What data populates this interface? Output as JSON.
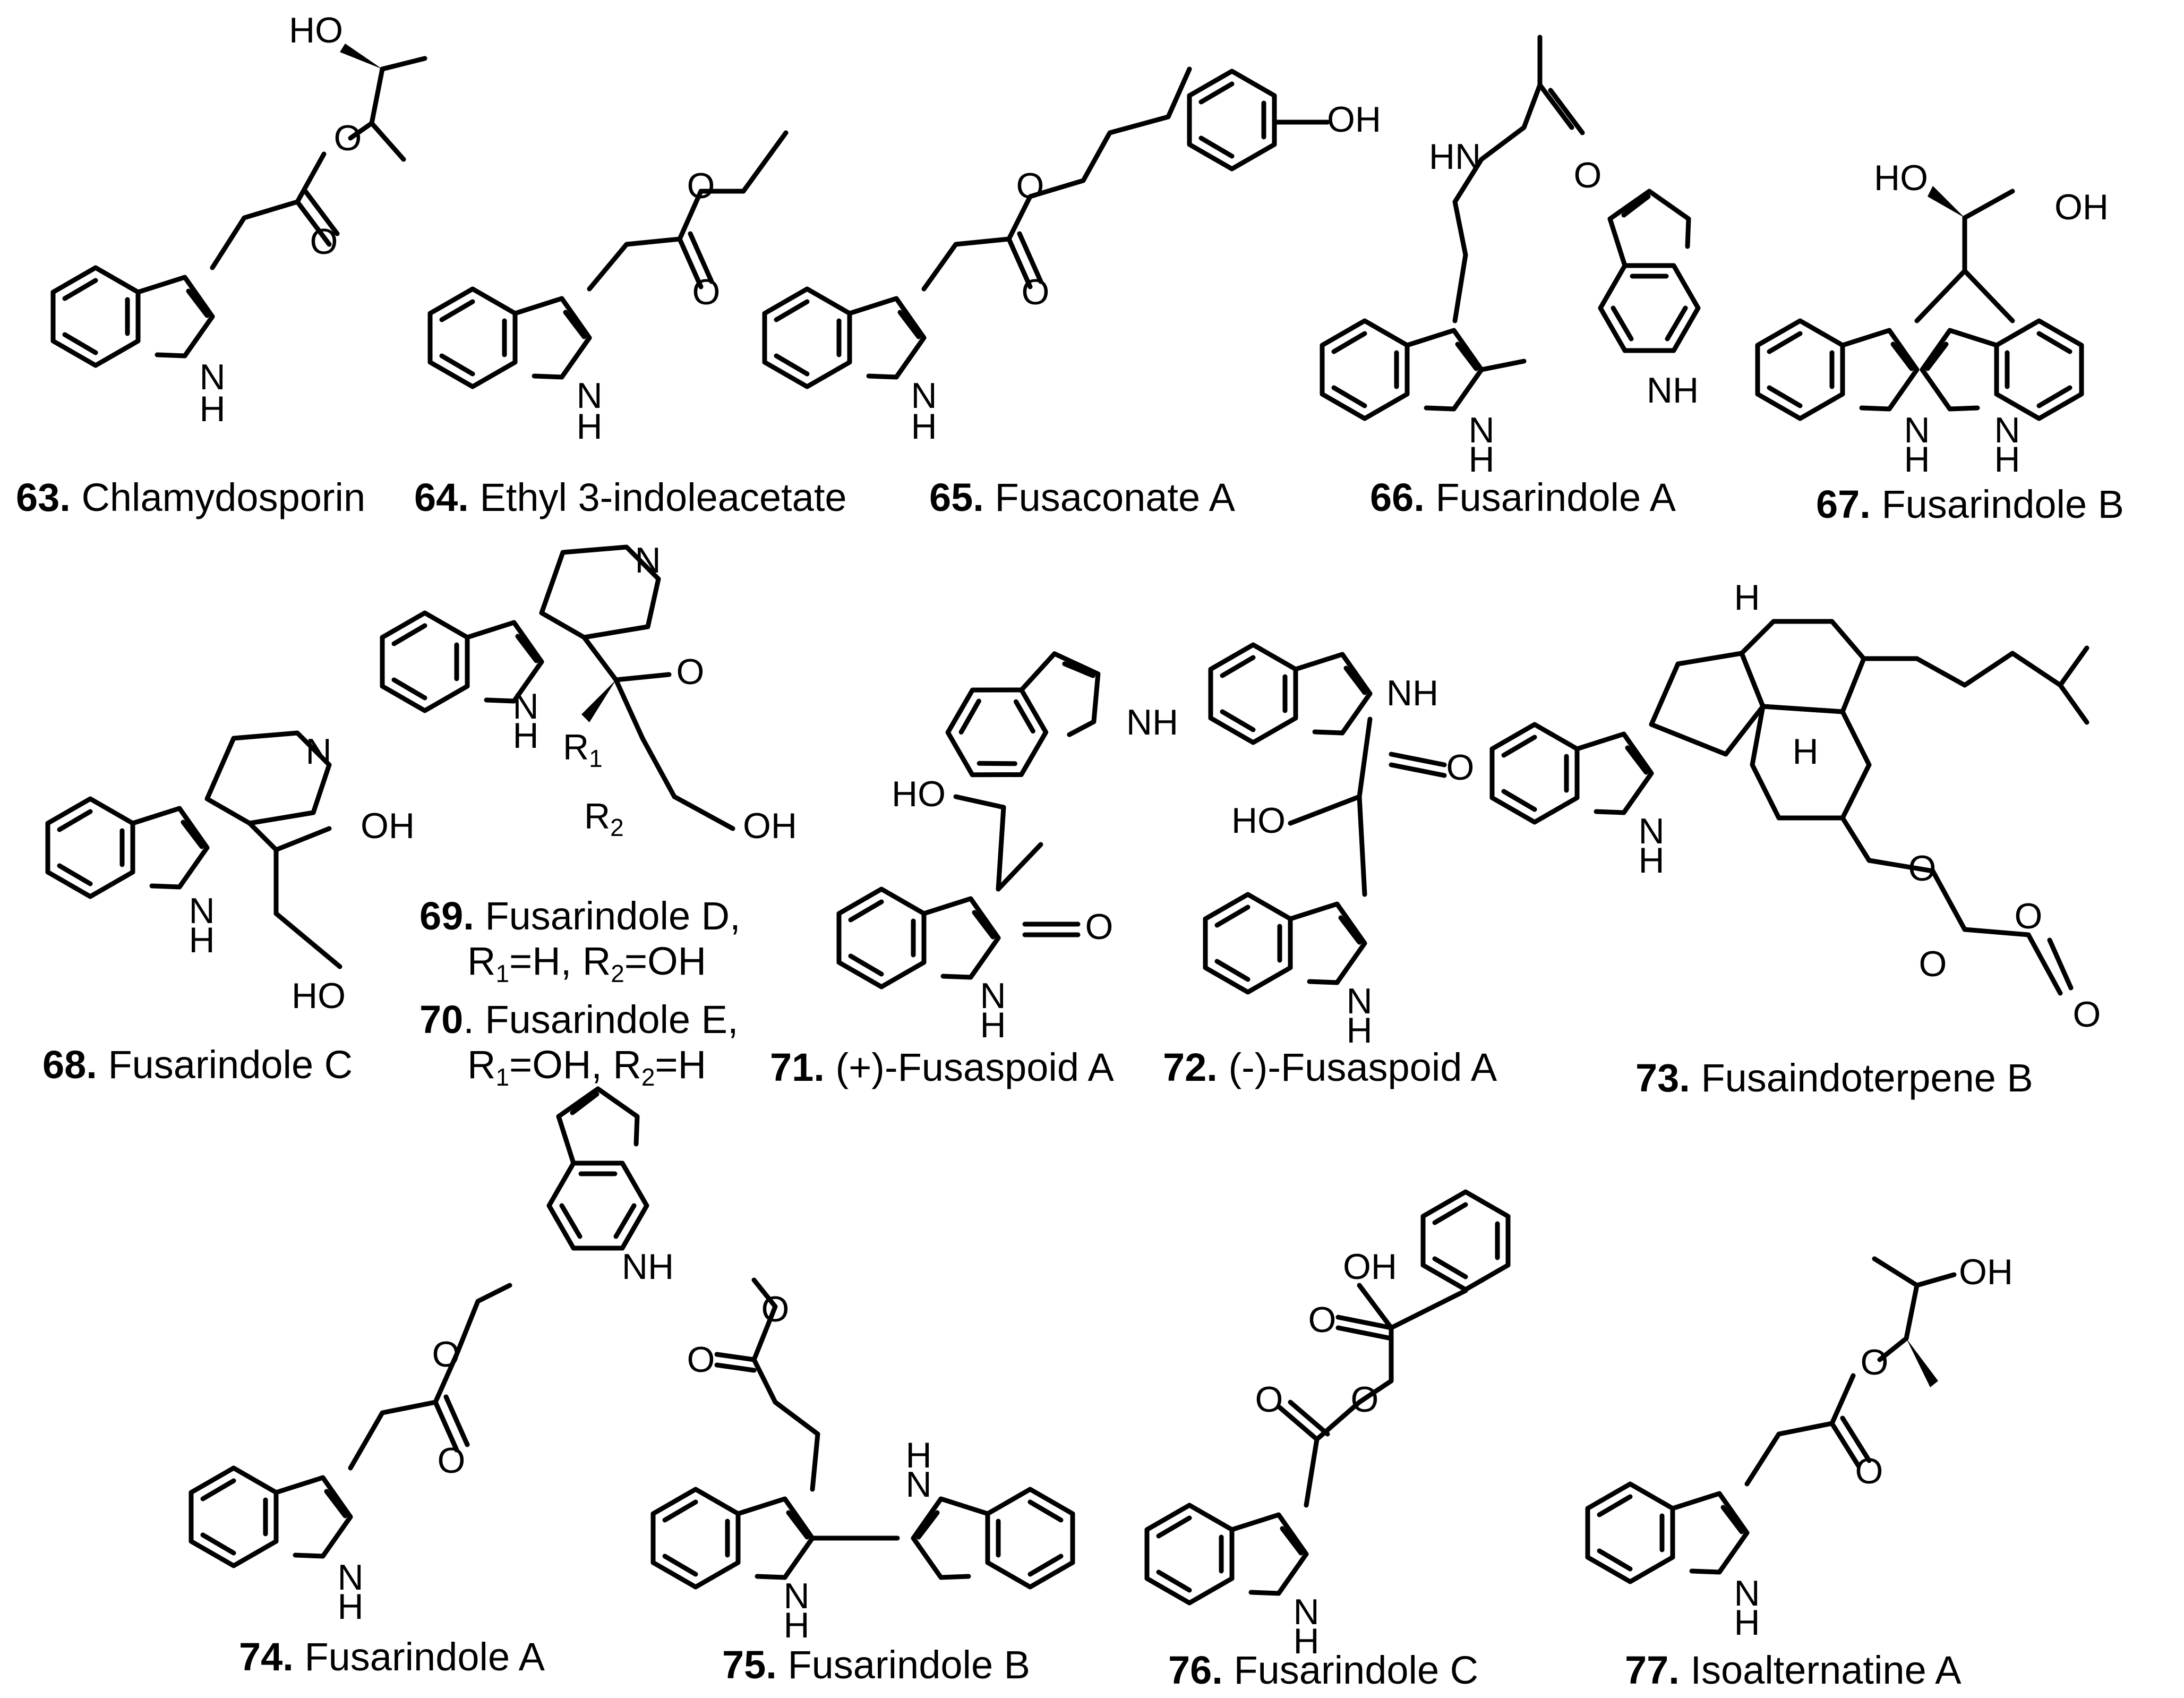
{
  "atom_labels": {
    "OH": "OH",
    "HO": "HO",
    "O": "O",
    "N": "N",
    "H": "H",
    "NH": "NH",
    "HN": "HN",
    "R1": "R",
    "R2": "R",
    "sub1": "1",
    "sub2": "2"
  },
  "compounds": [
    {
      "number": "63.",
      "name": "Chlamydosporin"
    },
    {
      "number": "64.",
      "name": "Ethyl 3-indoleacetate"
    },
    {
      "number": "65.",
      "name": "Fusaconate A"
    },
    {
      "number": "66.",
      "name": "Fusarindole A"
    },
    {
      "number": "67.",
      "name": "Fusarindole B"
    },
    {
      "number": "68.",
      "name": "Fusarindole C"
    },
    {
      "number": "69.",
      "name": "Fusarindole D,",
      "substituents": "R1=H, R2=OH"
    },
    {
      "number": "70",
      "name": ". Fusarindole E,",
      "substituents": "R1=OH, R2=H"
    },
    {
      "number": "71.",
      "name": "(+)-Fusaspoid A"
    },
    {
      "number": "72.",
      "name": "(-)-Fusaspoid A"
    },
    {
      "number": "73.",
      "name": "Fusaindoterpene B"
    },
    {
      "number": "74.",
      "name": "Fusarindole A"
    },
    {
      "number": "75.",
      "name": "Fusarindole B"
    },
    {
      "number": "76.",
      "name": "Fusarindole C"
    },
    {
      "number": "77.",
      "name": "Isoalternatine A"
    }
  ],
  "sub_parts": {
    "c69": {
      "r1": "R",
      "s1": "1",
      "t1": "=H, R",
      "s2": "2",
      "t2": "=OH"
    },
    "c70": {
      "r1": "R",
      "s1": "1",
      "t1": "=OH, R",
      "s2": "2",
      "t2": "=H"
    }
  }
}
